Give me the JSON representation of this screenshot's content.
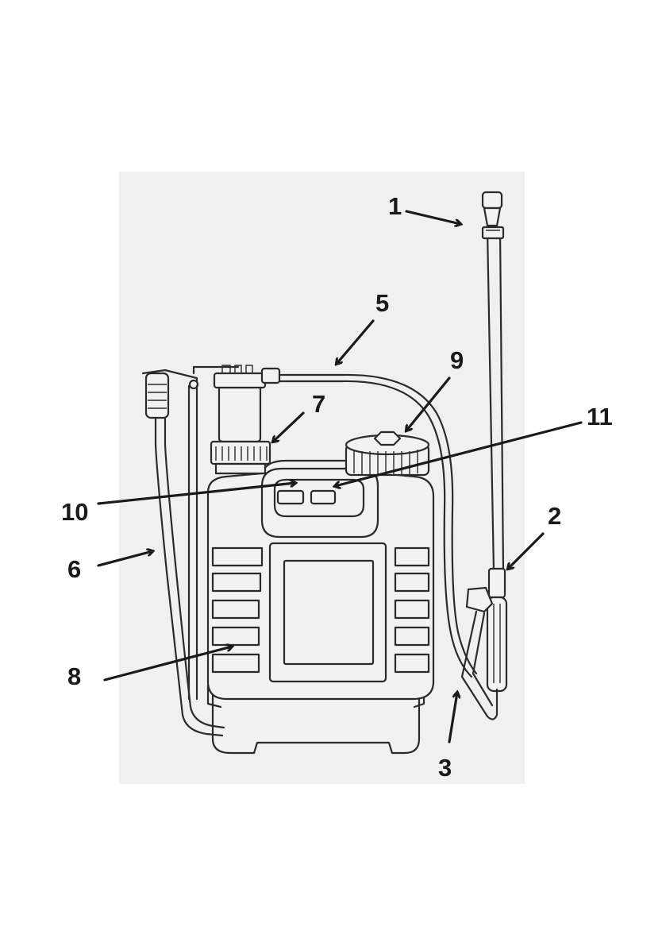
{
  "diagram": {
    "colors": {
      "background_panel": "#f0f0f0",
      "outline": "#2b2b2b",
      "label": "#1a1a1a"
    },
    "callouts": [
      {
        "id": "1",
        "label": "1"
      },
      {
        "id": "2",
        "label": "2"
      },
      {
        "id": "3",
        "label": "3"
      },
      {
        "id": "5",
        "label": "5"
      },
      {
        "id": "6",
        "label": "6"
      },
      {
        "id": "7",
        "label": "7"
      },
      {
        "id": "8",
        "label": "8"
      },
      {
        "id": "9",
        "label": "9"
      },
      {
        "id": "10",
        "label": "10"
      },
      {
        "id": "11",
        "label": "11"
      }
    ]
  }
}
